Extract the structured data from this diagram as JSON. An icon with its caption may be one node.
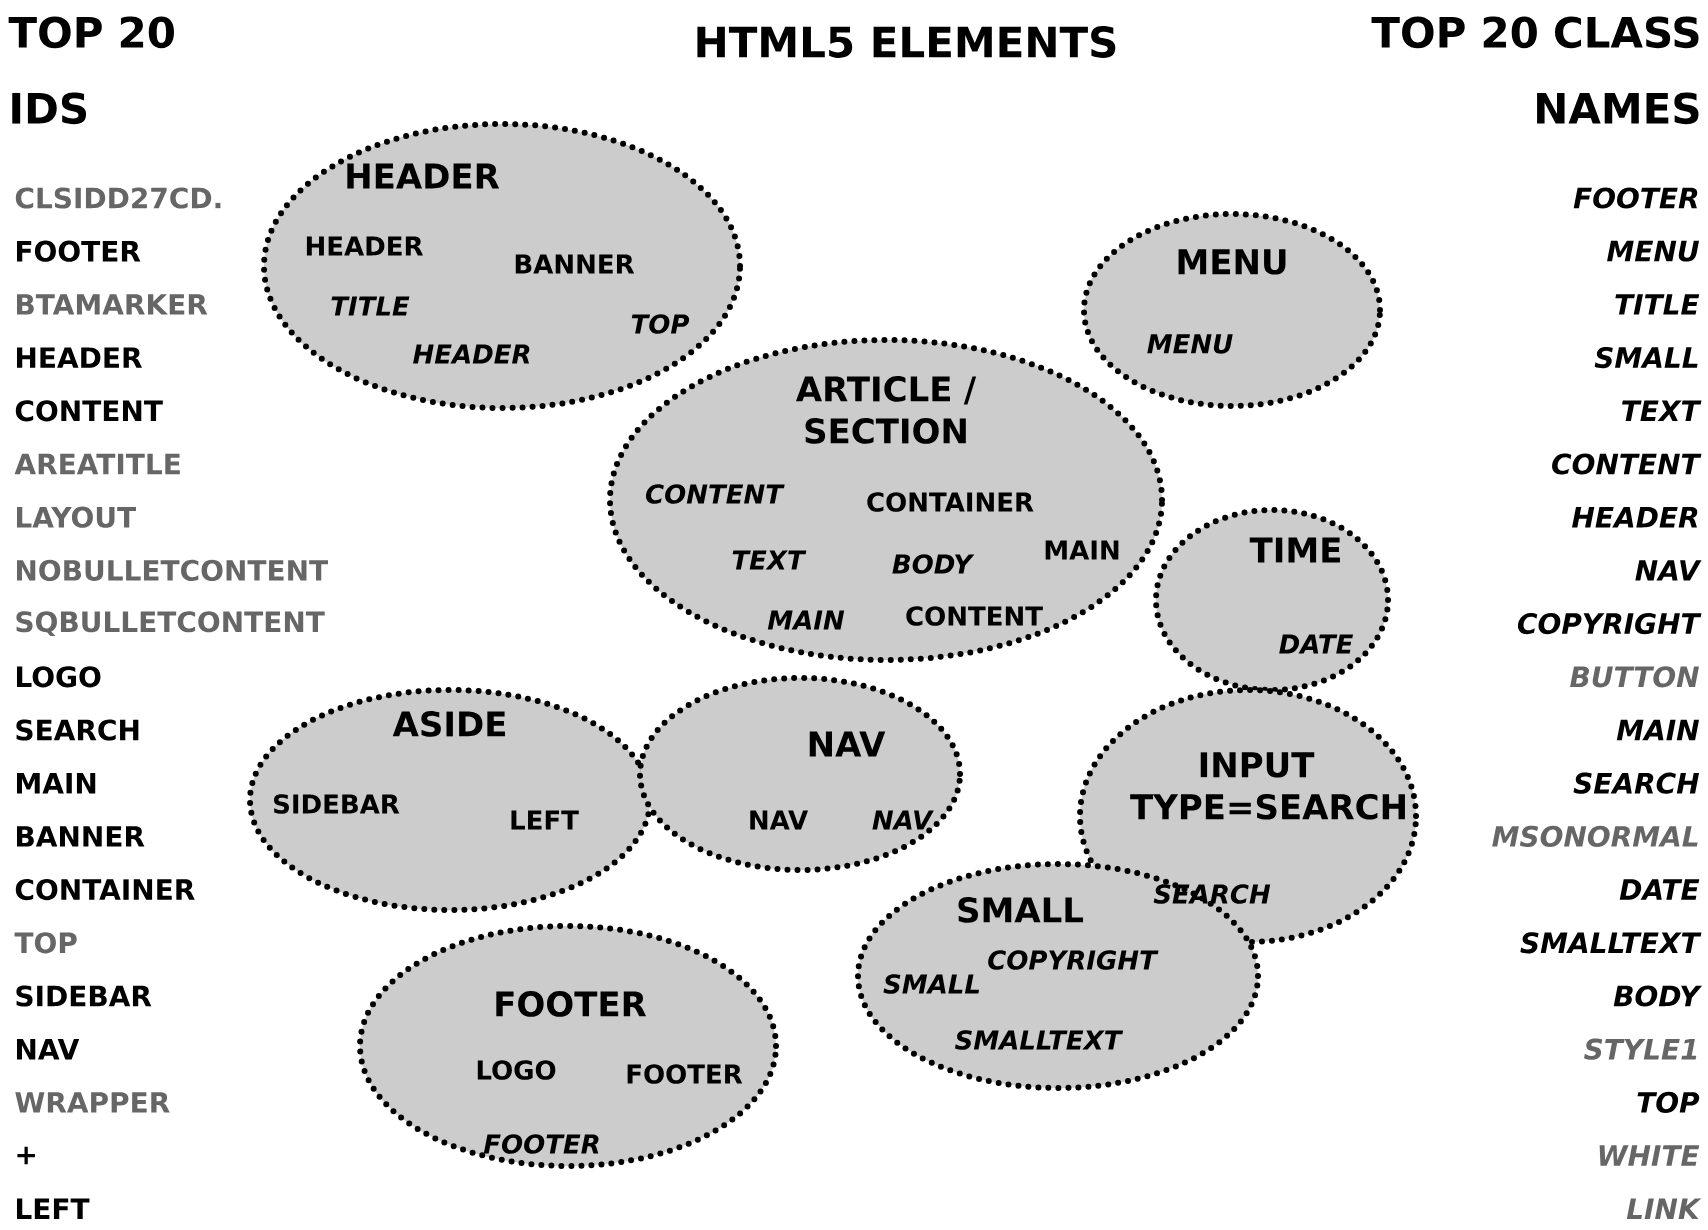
{
  "diagram": {
    "title": "HTML5 ELEMENTS",
    "nodes": [
      {
        "text": [
          "HEADER",
          "HEADER",
          "BANNER",
          "TITLE",
          "TOP",
          "HEADER"
        ]
      },
      {
        "text": [
          "MENU",
          "MENU"
        ]
      },
      {
        "text": [
          "ARTICLE / SECTION",
          "CONTENT",
          "CONTAINER",
          "TEXT",
          "BODY",
          "MAIN",
          "MAIN",
          "CONTENT"
        ]
      },
      {
        "text": [
          "TIME",
          "DATE"
        ]
      },
      {
        "text": [
          "ASIDE",
          "SIDEBAR",
          "LEFT"
        ]
      },
      {
        "text": [
          "NAV",
          "NAV",
          "NAV"
        ]
      },
      {
        "text": [
          "INPUT TYPE=SEARCH",
          "SEARCH"
        ]
      },
      {
        "text": [
          "SMALL",
          "COPYRIGHT",
          "SMALL",
          "SMALLTEXT"
        ]
      },
      {
        "text": [
          "FOOTER",
          "LOGO",
          "FOOTER",
          "FOOTER"
        ]
      }
    ],
    "labels": [
      "TOP 20 IDS",
      "TOP 20 CLASS NAMES",
      "CLSIDD27CD.",
      "FOOTER",
      "BTAMARKER",
      "HEADER",
      "CONTENT",
      "AREATITLE",
      "LAYOUT",
      "NOBULLETCONTENT",
      "SQBULLETCONTENT",
      "LOGO",
      "SEARCH",
      "MAIN",
      "BANNER",
      "CONTAINER",
      "TOP",
      "SIDEBAR",
      "NAV",
      "WRAPPER",
      "+",
      "LEFT",
      "FOOTER",
      "MENU",
      "TITLE",
      "SMALL",
      "TEXT",
      "CONTENT",
      "HEADER",
      "NAV",
      "COPYRIGHT",
      "BUTTON",
      "MAIN",
      "SEARCH",
      "MSONORMAL",
      "DATE",
      "SMALLTEXT",
      "BODY",
      "STYLE1",
      "TOP",
      "WHITE",
      "LINK"
    ]
  }
}
